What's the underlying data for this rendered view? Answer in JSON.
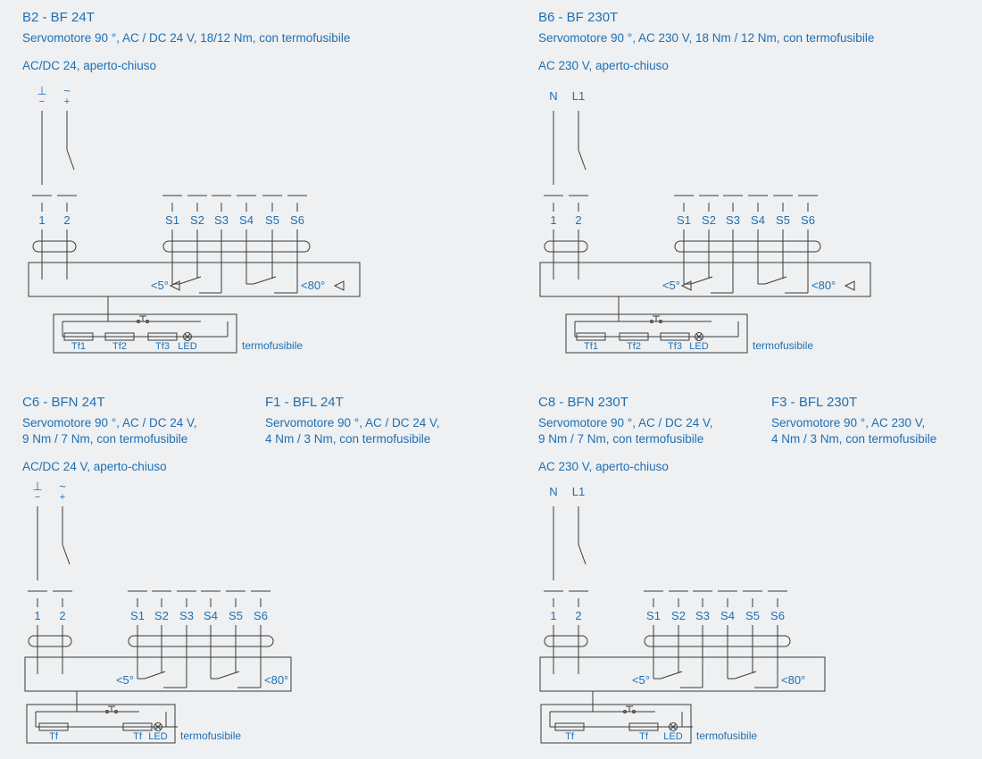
{
  "panels": {
    "b2": {
      "title": "B2 - BF 24T",
      "desc1": "Servomotore 90 °, AC / DC 24 V, 18/12 Nm, con termofusibile",
      "mode": "AC/DC 24, aperto-chiuso"
    },
    "b6": {
      "title": "B6 - BF 230T",
      "desc1": "Servomotore 90 °, AC 230 V, 18 Nm / 12 Nm, con termofusibile",
      "mode": "AC 230 V, aperto-chiuso"
    },
    "c6": {
      "title": "C6 - BFN 24T",
      "desc1": "Servomotore 90 °, AC / DC 24 V,",
      "desc2": "9 Nm / 7 Nm, con termofusibile",
      "mode": "AC/DC 24 V, aperto-chiuso"
    },
    "f1": {
      "title": "F1 - BFL 24T",
      "desc1": "Servomotore 90 °, AC / DC 24 V,",
      "desc2": "4 Nm / 3 Nm, con termofusibile"
    },
    "c8": {
      "title": "C8 - BFN 230T",
      "desc1": "Servomotore 90 °, AC / DC 24 V,",
      "desc2": "9 Nm / 7 Nm, con termofusibile",
      "mode": "AC 230 V, aperto-chiuso"
    },
    "f3": {
      "title": "F3 - BFL 230T",
      "desc1": "Servomotore 90 °, AC 230 V,",
      "desc2": "4 Nm / 3 Nm, con termofusibile"
    }
  },
  "labels": {
    "supply_dc": [
      "⊥",
      "~"
    ],
    "supply_dc_pol": [
      "−",
      "+"
    ],
    "supply_ac": [
      "N",
      "L1"
    ],
    "terminals_power": [
      "1",
      "2"
    ],
    "terminals_aux": [
      "S1",
      "S2",
      "S3",
      "S4",
      "S5",
      "S6"
    ],
    "angle_low": "<5°",
    "angle_high": "<80°",
    "fuses_big": [
      "Tf1",
      "Tf2",
      "Tf3"
    ],
    "fuses_small": [
      "Tf",
      "Tf"
    ],
    "led": "LED",
    "thermal": "termofusibile"
  },
  "colors": {
    "text": "#1f6fb4",
    "line": "#3a3a3a",
    "background": "#eef0f1"
  }
}
